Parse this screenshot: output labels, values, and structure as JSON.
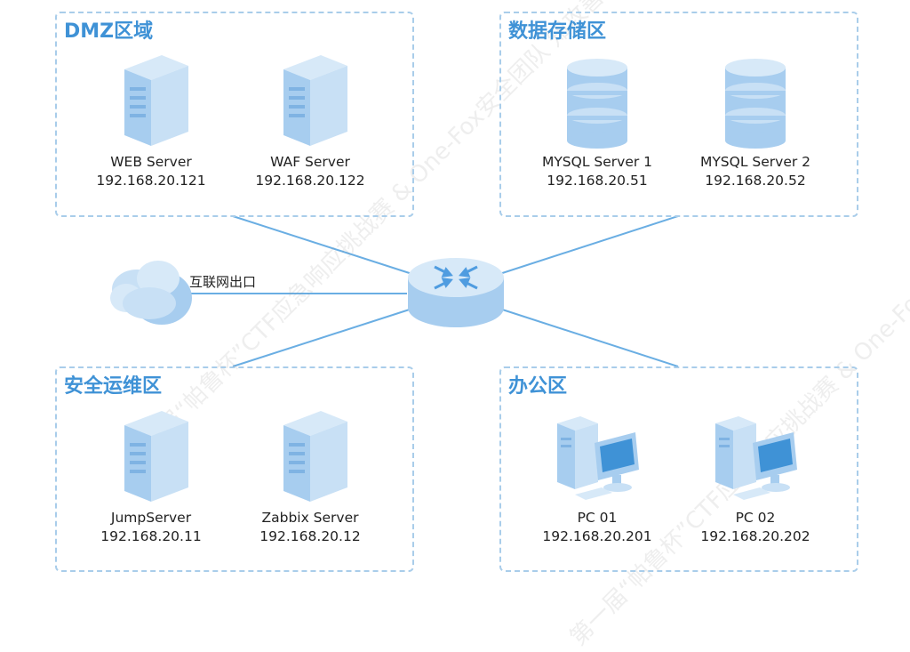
{
  "zones": {
    "dmz": {
      "title": "DMZ区域",
      "servers": [
        {
          "name": "WEB Server",
          "ip": "192.168.20.121"
        },
        {
          "name": "WAF Server",
          "ip": "192.168.20.122"
        }
      ]
    },
    "storage": {
      "title": "数据存储区",
      "servers": [
        {
          "name": "MYSQL Server 1",
          "ip": "192.168.20.51"
        },
        {
          "name": "MYSQL Server 2",
          "ip": "192.168.20.52"
        }
      ]
    },
    "ops": {
      "title": "安全运维区",
      "servers": [
        {
          "name": "JumpServer",
          "ip": "192.168.20.11"
        },
        {
          "name": "Zabbix Server",
          "ip": "192.168.20.12"
        }
      ]
    },
    "office": {
      "title": "办公区",
      "pcs": [
        {
          "name": "PC 01",
          "ip": "192.168.20.201"
        },
        {
          "name": "PC 02",
          "ip": "192.168.20.202"
        }
      ]
    }
  },
  "internet": {
    "label": "互联网出口"
  },
  "watermark": {
    "text": "第一届“帕鲁杯”CTF应急响应挑战赛 & One-Fox安全团队 知攻善防实验室"
  },
  "colors": {
    "accent": "#3f92d6",
    "zone_border": "#a9cdea",
    "line": "#6aaee3",
    "device_fill": "#b9d8f3"
  },
  "icons": {
    "server": "server-tower-icon",
    "database": "database-icon",
    "pc": "desktop-pc-icon",
    "router": "router-icon",
    "cloud": "cloud-icon"
  }
}
